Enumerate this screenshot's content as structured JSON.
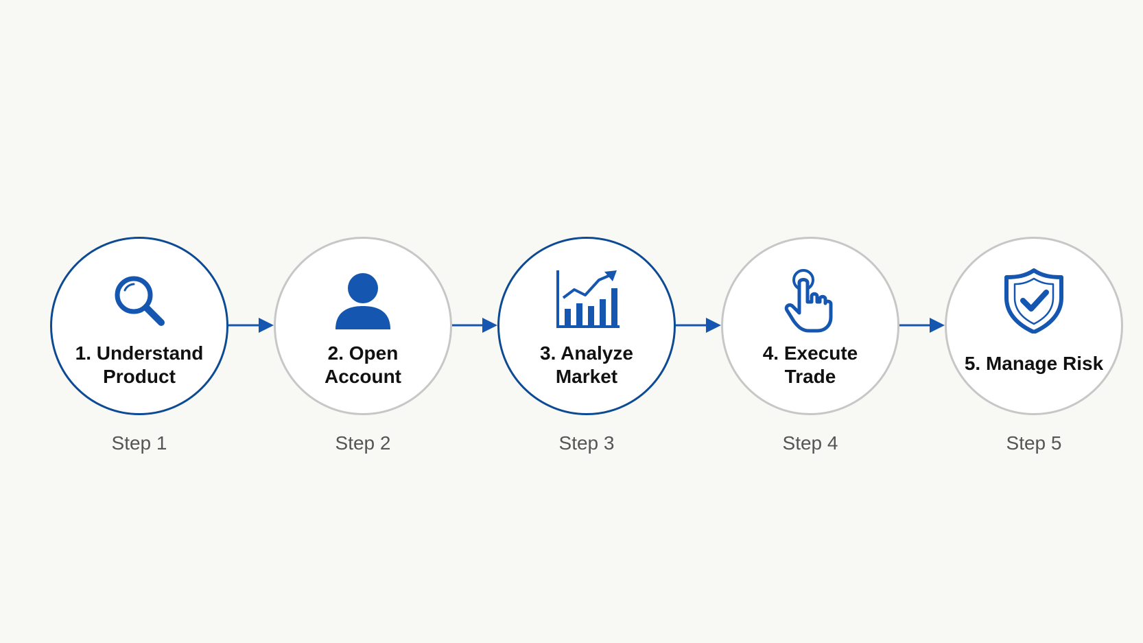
{
  "colors": {
    "accent": "#0d4a94",
    "icon_blue": "#1556b0",
    "circle_border_muted": "#c7c7c7",
    "arrow": "#1556b0",
    "background": "#f8f8f5"
  },
  "steps": [
    {
      "title_line1": "1. Understand",
      "title_line2": "Product",
      "caption": "Step 1",
      "icon": "magnifier-icon",
      "highlighted": true
    },
    {
      "title_line1": "2. Open",
      "title_line2": "Account",
      "caption": "Step 2",
      "icon": "user-icon",
      "highlighted": false
    },
    {
      "title_line1": "3. Analyze",
      "title_line2": "Market",
      "caption": "Step 3",
      "icon": "bar-chart-trend-icon",
      "highlighted": true
    },
    {
      "title_line1": "4. Execute",
      "title_line2": "Trade",
      "caption": "Step 4",
      "icon": "tap-hand-icon",
      "highlighted": false
    },
    {
      "title_line1": "5. Manage Risk",
      "title_line2": "",
      "caption": "Step 5",
      "icon": "shield-check-icon",
      "highlighted": false
    }
  ]
}
